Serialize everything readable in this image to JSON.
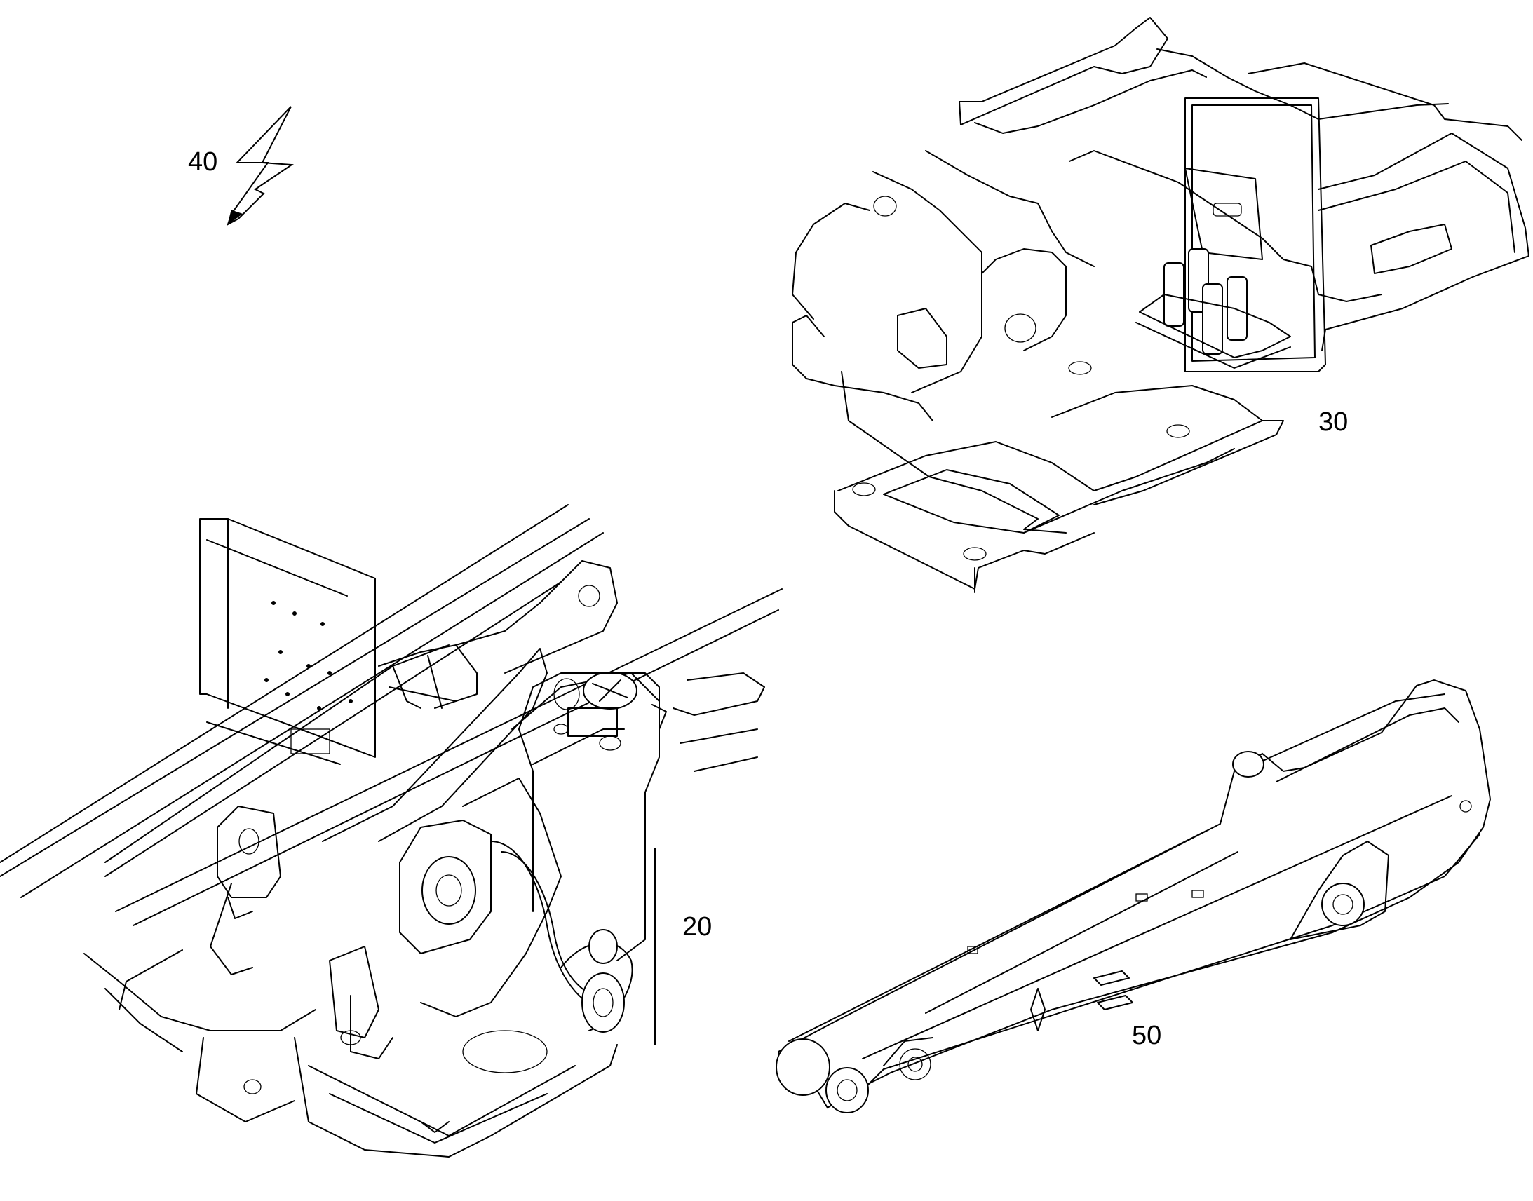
{
  "callouts": {
    "electrical": "40",
    "upper_frame": "30",
    "engine_bay": "20",
    "boom": "50"
  },
  "icons": {
    "electrical_symbol": "lightning-bolt-icon"
  },
  "colors": {
    "line": "#000000",
    "background": "#ffffff"
  }
}
